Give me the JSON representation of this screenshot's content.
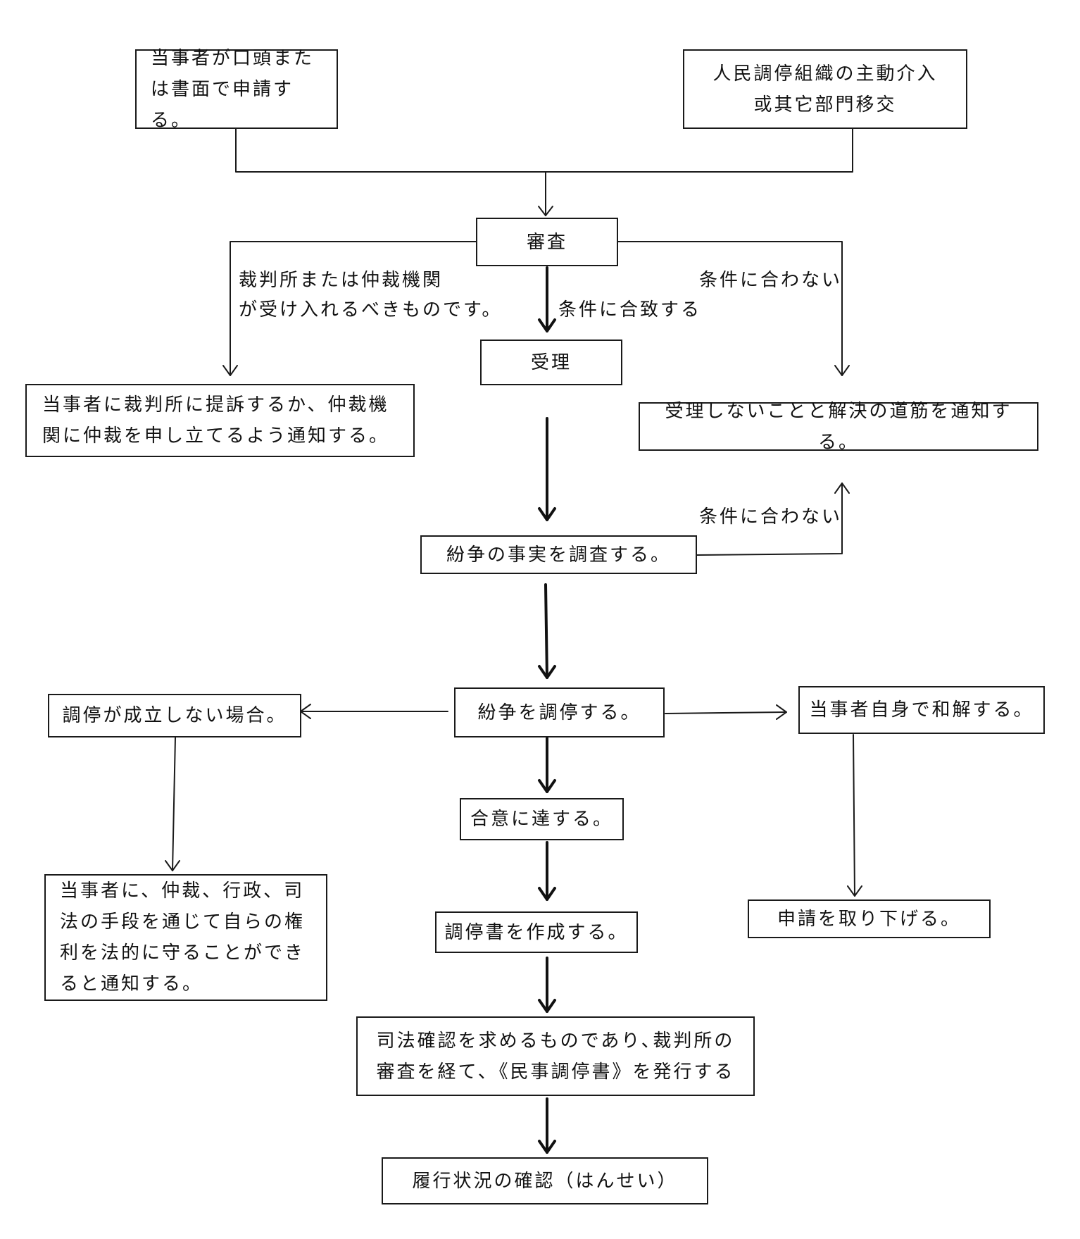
{
  "nodes": {
    "apply": "当事者が口頭または書面で申請する。",
    "intervene": "人民調停組織の主動介入或其它部門移交",
    "review": "審査",
    "accept": "受理",
    "notify_court": "当事者に裁判所に提訴するか、仲裁機関に仲裁を申し立てるよう通知する。",
    "notify_reject": "受理しないことと解決の道筋を通知する。",
    "investigate": "紛争の事実を調査する。",
    "mediate": "紛争を調停する。",
    "mediation_failed": "調停が成立しない場合。",
    "self_settle": "当事者自身で和解する。",
    "agreement": "合意に達する。",
    "notify_rights": "当事者に、仲裁、行政、司法の手段を通じて自らの権利を法的に守ることができると通知する。",
    "withdraw": "申請を取り下げる。",
    "draft": "調停書を作成する。",
    "judicial": "司法確認を求めるものであり､裁判所の審査を経て､《民事調停書》を発行する",
    "followup": "履行状況の確認（はんせい）"
  },
  "edge_labels": {
    "court_line1": "裁判所または仲裁機関",
    "court_line2": "が受け入れるべきものです。",
    "meets": "条件に合致する",
    "not_meet_1": "条件に合わない",
    "not_meet_2": "条件に合わない"
  }
}
